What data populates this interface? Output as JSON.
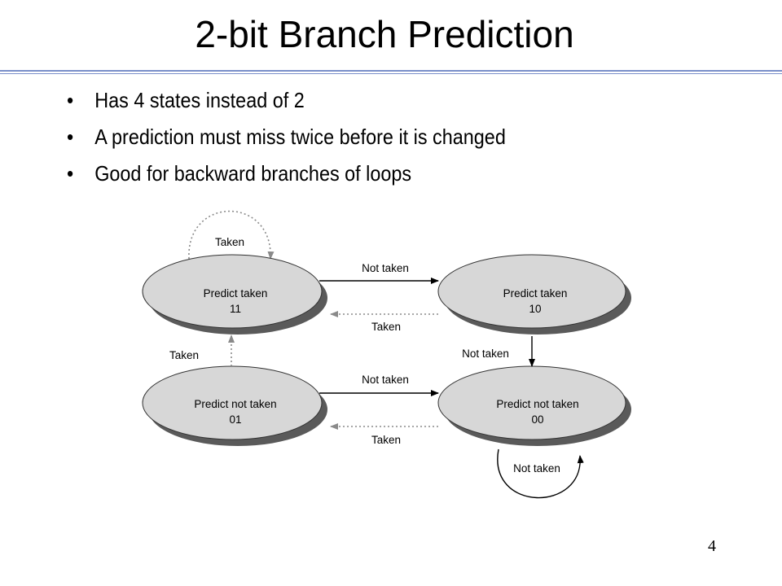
{
  "slide": {
    "title": "2-bit Branch Prediction",
    "page_number": "4",
    "accent_color": "#7a8fc9"
  },
  "bullets": [
    "Has 4 states instead of 2",
    "A prediction must miss twice before it is changed",
    "Good for backward branches of loops"
  ],
  "diagram": {
    "states": {
      "s11": {
        "line1": "Predict taken",
        "line2": "11"
      },
      "s10": {
        "line1": "Predict taken",
        "line2": "10"
      },
      "s01": {
        "line1": "Predict not taken",
        "line2": "01"
      },
      "s00": {
        "line1": "Predict not taken",
        "line2": "00"
      }
    },
    "transitions": {
      "s11_self": "Taken",
      "s11_to_s10": "Not taken",
      "s10_to_s11": "Taken",
      "s10_to_s00": "Not taken",
      "s01_to_s11": "Taken",
      "s01_to_s00": "Not taken",
      "s00_to_s01": "Taken",
      "s00_self": "Not taken"
    },
    "colors": {
      "state_fill": "#d7d7d7",
      "state_shadow": "#5a5a5a",
      "dotted_arrow": "#8a8a8a"
    }
  }
}
